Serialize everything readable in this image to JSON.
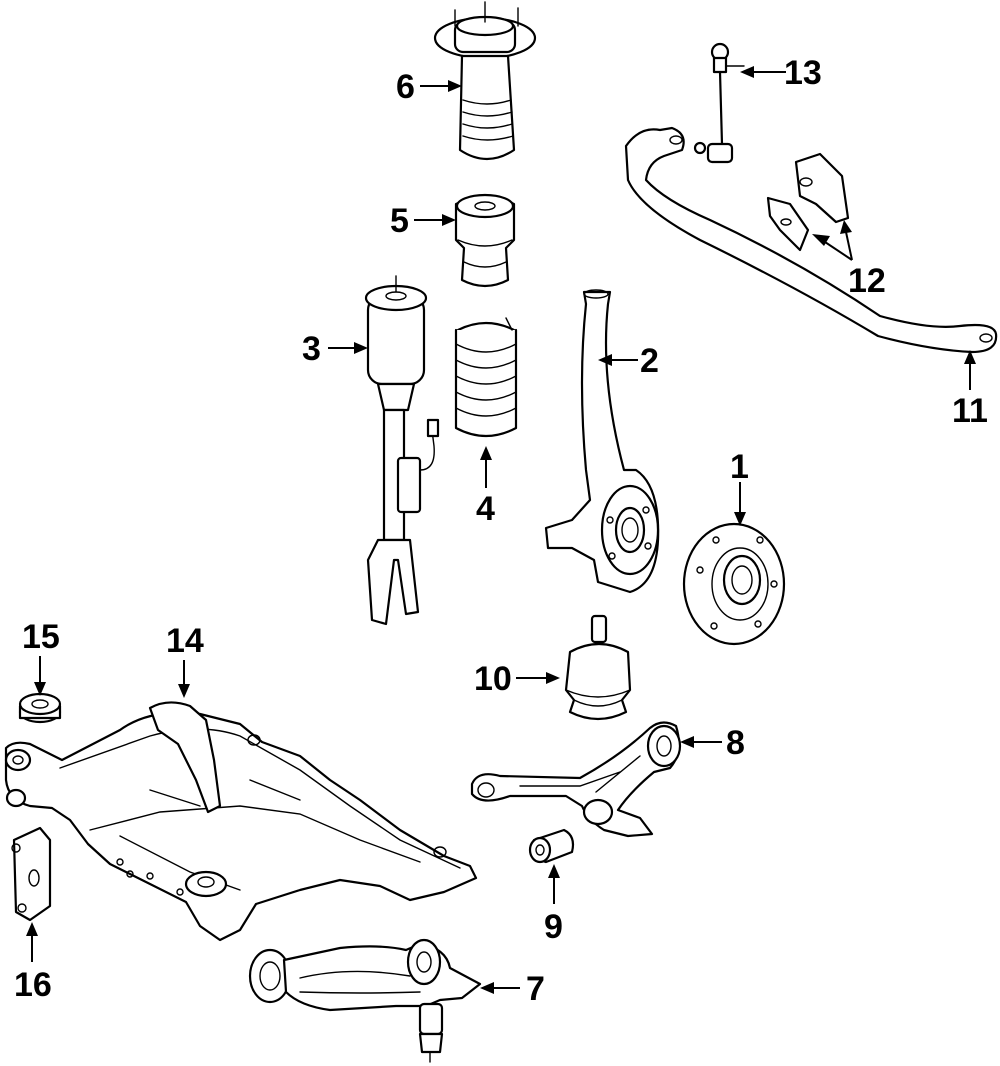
{
  "colors": {
    "line": "#000000",
    "background": "#ffffff"
  },
  "callouts": {
    "c1": "1",
    "c2": "2",
    "c3": "3",
    "c4": "4",
    "c5": "5",
    "c6": "6",
    "c7": "7",
    "c8": "8",
    "c9": "9",
    "c10": "10",
    "c11": "11",
    "c12": "12",
    "c13": "13",
    "c14": "14",
    "c15": "15",
    "c16": "16"
  }
}
